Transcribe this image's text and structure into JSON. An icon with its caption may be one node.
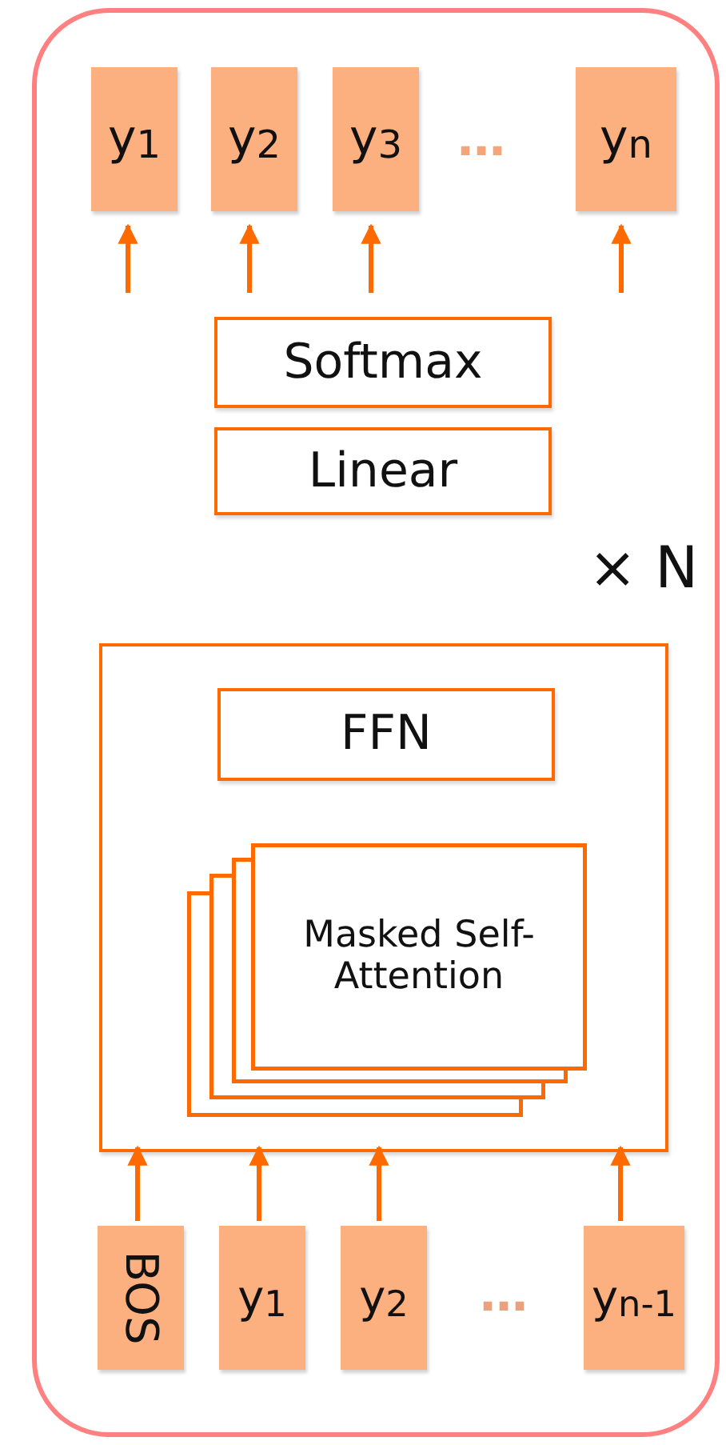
{
  "diagram": {
    "nodes": [
      {
        "text": [],
        "shape": "box"
      },
      {
        "text": [
          "y$_{1}$"
        ],
        "in": 0
      },
      {
        "text": [
          "y$_{2}$"
        ],
        "in": 0
      },
      {
        "text": [
          "y$_{3}$"
        ],
        "in": 0
      },
      {
        "text": [
          "y$_{n}$"
        ],
        "in": 0
      },
      {
        "text": [
          "Softmax"
        ],
        "in": 0
      },
      {
        "text": [
          "Linear"
        ],
        "in": 0
      },
      {
        "text": [],
        "shape": "box",
        "in": 0
      },
      {
        "text": [
          "FFN"
        ],
        "in": 7
      },
      {
        "text": [
          "Masked Self-Attention"
        ],
        "in": 7
      },
      {
        "text": [
          "BOS"
        ],
        "in": 0
      },
      {
        "text": [
          "y$_{1}$"
        ],
        "in": 0
      },
      {
        "text": [
          "y$_{2}$"
        ],
        "in": 0
      },
      {
        "text": [
          "y$_{n-1}$"
        ],
        "in": 0
      }
    ],
    "edges": [
      {
        "from": null,
        "to": 1,
        "arrow": "to"
      },
      {
        "from": null,
        "to": 2,
        "arrow": "to"
      },
      {
        "from": null,
        "to": 3,
        "arrow": "to"
      },
      {
        "from": null,
        "to": 4,
        "arrow": "to"
      },
      {
        "from": 10,
        "to": 7,
        "arrow": "to"
      },
      {
        "from": 11,
        "to": 7,
        "arrow": "to"
      },
      {
        "from": 12,
        "to": 7,
        "arrow": "to"
      },
      {
        "from": 13,
        "to": 7,
        "arrow": "to"
      }
    ],
    "labels": [
      "…",
      "× N",
      "…"
    ]
  }
}
